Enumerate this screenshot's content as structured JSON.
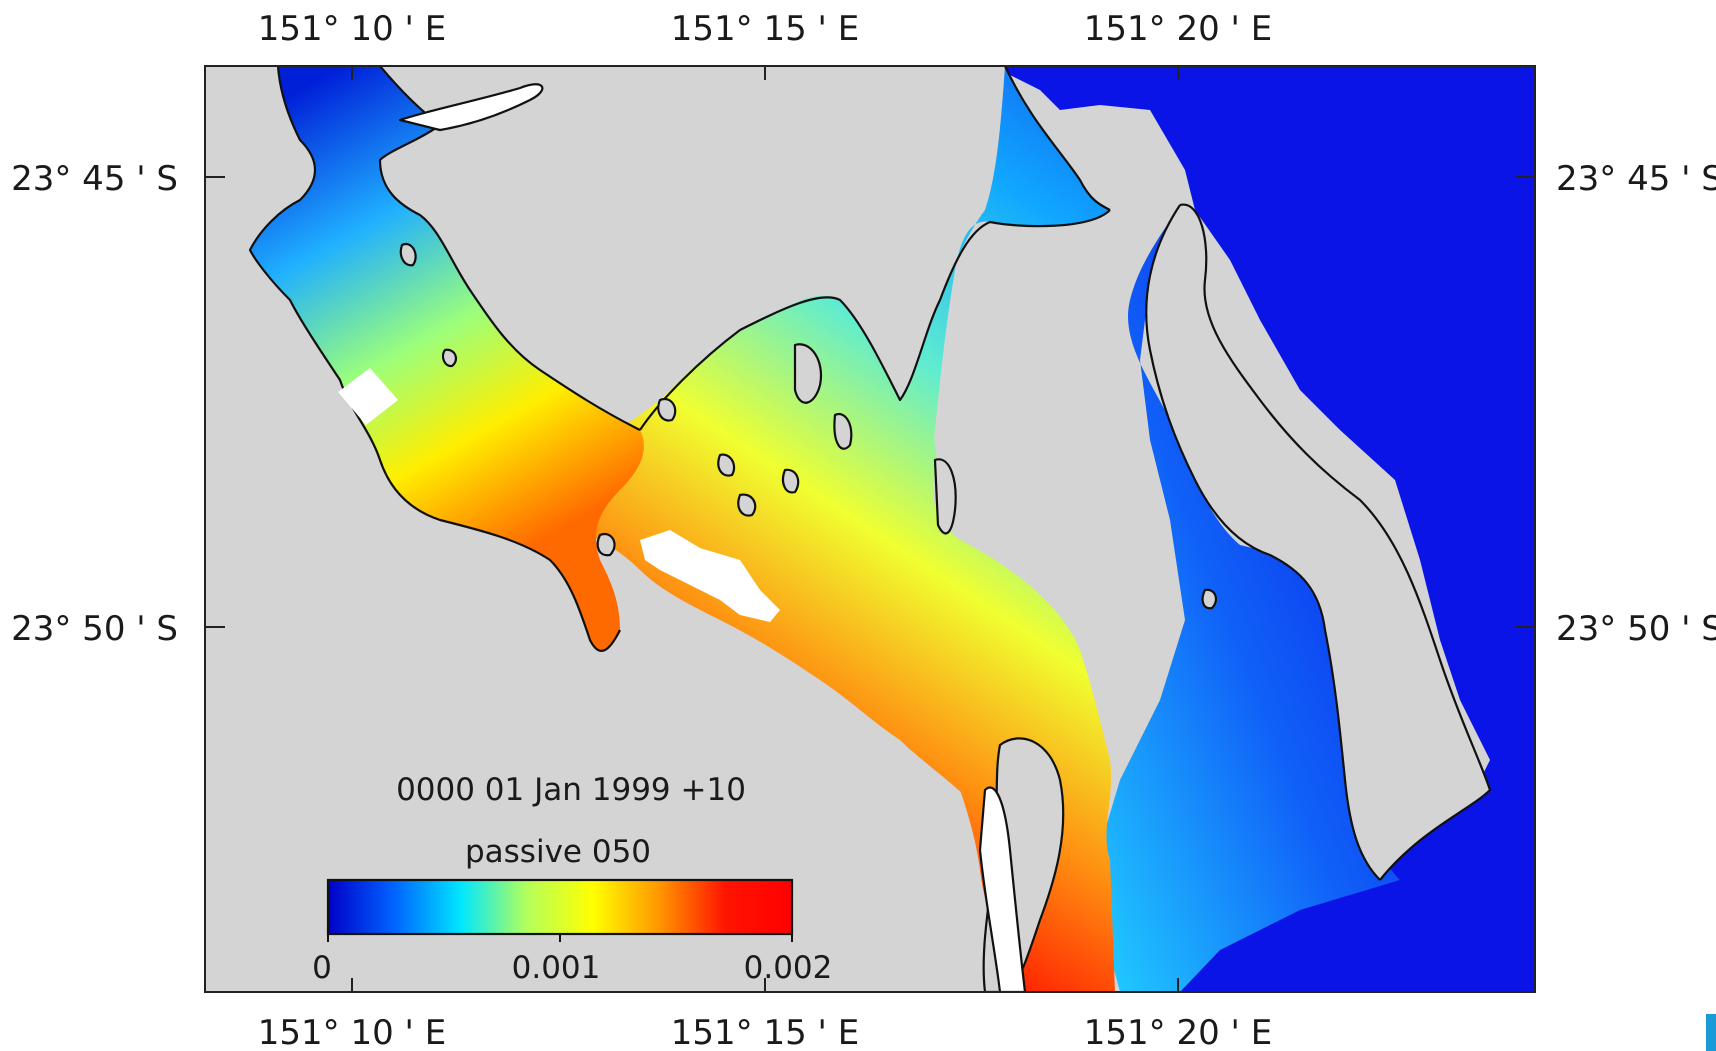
{
  "map": {
    "longitude_labels": [
      "151° 10 ' E",
      "151° 15 ' E",
      "151° 20 ' E"
    ],
    "latitude_labels": [
      "23° 45 ' S",
      "23° 50 ' S"
    ],
    "timestamp": "0000 01 Jan 1999 +10",
    "variable": "passive 050",
    "colorbar": {
      "tick_labels": [
        "0",
        "0.001",
        "0.002"
      ],
      "colors": [
        "#0000c8",
        "#0064ff",
        "#00e6ff",
        "#b4ff5a",
        "#ffff00",
        "#ff9600",
        "#ff1400",
        "#ff0000"
      ]
    },
    "colors": {
      "land": "#d4d4d4",
      "deep_water": "#0a14e6",
      "coastline": "#111111",
      "accent_mark": "#1a9ad6"
    }
  }
}
